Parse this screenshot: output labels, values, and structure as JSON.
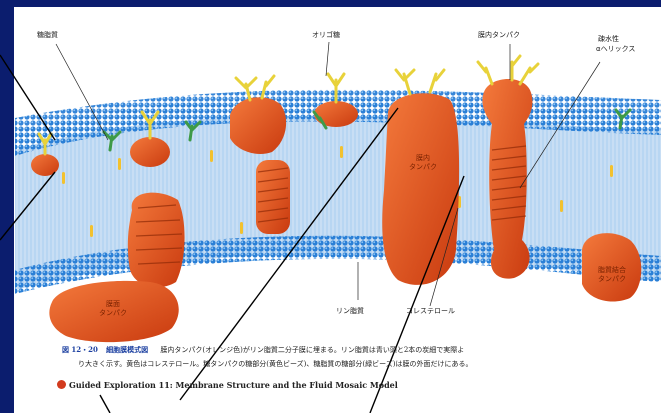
{
  "labels": {
    "glycolipid": "糖脂質",
    "oligosaccharide": "オリゴ糖",
    "integral_protein_top": "膜内タンパク",
    "hydrophobic_helix_line1": "疎水性",
    "hydrophobic_helix_line2": "αヘリックス",
    "integral_protein_center": "膜内\nタンパク",
    "peripheral_protein": "膜面\nタンパク",
    "lipid_anchored_protein": "脂質結合\nタンパク",
    "phospholipid": "リン脂質",
    "cholesterol": "コレステロール"
  },
  "caption": {
    "figure_number": "図 12・20",
    "figure_title": "細胞膜模式図",
    "line1": "膜内タンパク(オレンジ色)がリン脂質二分子膜に埋まる。リン脂質は青い頭と2本の炭細で実際よ",
    "line2": "り大きく示す。黄色はコレステロール。糖タンパクの糖部分(黄色ビーズ)、糖脂質の糖部分(緑ビーズ)は膜の外面だけにある。",
    "guided_exploration": "Guided Exploration 11:  Membrane Structure and the Fluid Mosaic Model"
  },
  "colors": {
    "background_frame": "#0b1d6e",
    "membrane_heads": "#2a7fd6",
    "membrane_core": "#9ec9ee",
    "protein": "#e2511c",
    "sugar_yellow": "#e8d23a",
    "sugar_green": "#3e9a48",
    "cholesterol": "#f2c12e"
  }
}
